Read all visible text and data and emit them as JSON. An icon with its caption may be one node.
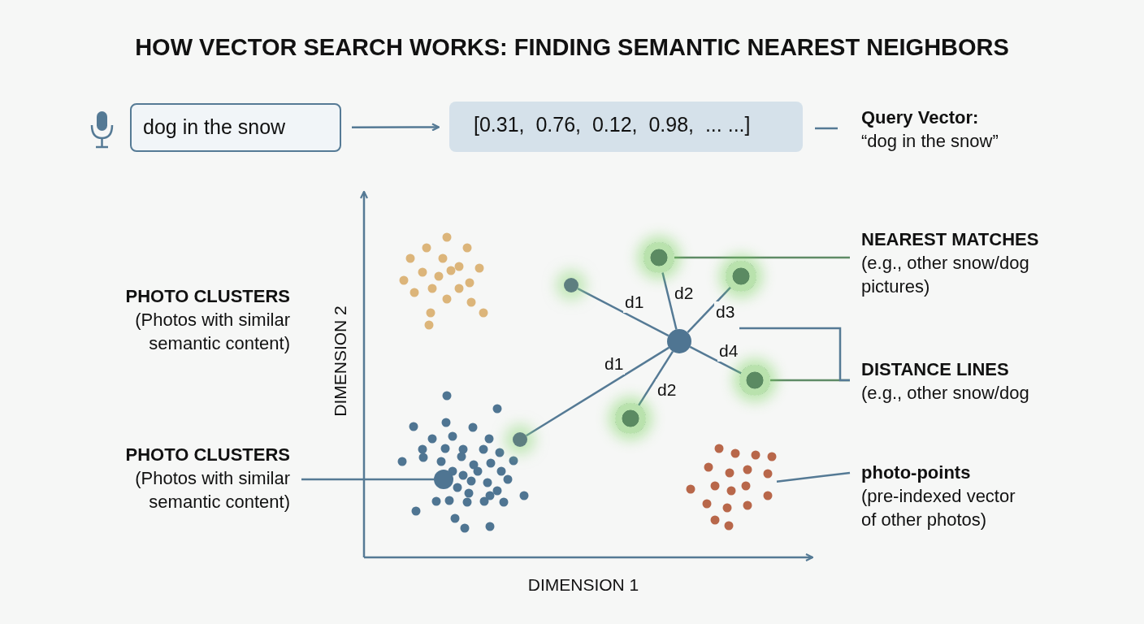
{
  "diagram": {
    "title": "HOW VECTOR SEARCH WORKS: FINDING SEMANTIC NEAREST NEIGHBORS",
    "nodes": [
      {
        "text": [
          "dog in the snow"
        ]
      },
      {
        "text": [
          "[0.31,  0.76,  0.12,  0.98,  ... ...]"
        ]
      },
      {
        "text": [
          "Query Vector:",
          "“dog in the snow”"
        ]
      },
      {
        "text": [],
        "shape": "circle"
      },
      {
        "text": [],
        "shape": "circle"
      },
      {
        "text": [],
        "shape": "circle"
      },
      {
        "text": [],
        "shape": "circle"
      },
      {
        "text": [],
        "shape": "circle"
      },
      {
        "text": [],
        "shape": "circle"
      },
      {
        "text": [],
        "shape": "circle"
      },
      {
        "text": [
          "NEAREST MATCHES",
          "(e.g., other snow/dog pictures)"
        ]
      },
      {
        "text": [
          "DISTANCE LINES",
          "(e.g., other snow/dog"
        ]
      },
      {
        "text": [
          "PHOTO CLUSTERS",
          "(Photos with similar semantic content)"
        ]
      },
      {
        "text": [],
        "shape": "circle"
      },
      {
        "text": [
          "photo-points",
          "(pre-indexed vector of other photos)"
        ]
      },
      {
        "text": [],
        "shape": "cluster"
      }
    ],
    "edges": [
      {
        "from": 0,
        "to": 1,
        "arrow": "to"
      },
      {
        "from": 1,
        "to": 2,
        "arrow": "none"
      },
      {
        "from": 3,
        "to": 4,
        "arrow": "none",
        "label": "d1"
      },
      {
        "from": 3,
        "to": 5,
        "arrow": "none",
        "label": "d2"
      },
      {
        "from": 3,
        "to": 6,
        "arrow": "none",
        "label": "d3"
      },
      {
        "from": 3,
        "to": 7,
        "arrow": "none",
        "label": "d4"
      },
      {
        "from": 3,
        "to": 9,
        "arrow": "none",
        "label": "d1"
      },
      {
        "from": 3,
        "to": 8,
        "arrow": "none",
        "label": "d2"
      },
      {
        "from": 10,
        "to": 5,
        "arrow": "none",
        "color": "#5f8b66"
      },
      {
        "from": 11,
        "to": 7,
        "arrow": "none",
        "color": "#5f8b66"
      },
      {
        "from": 11,
        "to": null,
        "arrow": "none"
      },
      {
        "from": 12,
        "to": 13,
        "arrow": "none"
      },
      {
        "from": 14,
        "to": 15,
        "arrow": "none"
      }
    ],
    "labels": [
      "PHOTO CLUSTERS",
      "(Photos with similar semantic content)",
      "DIMENSION 2",
      "DIMENSION 1"
    ]
  }
}
